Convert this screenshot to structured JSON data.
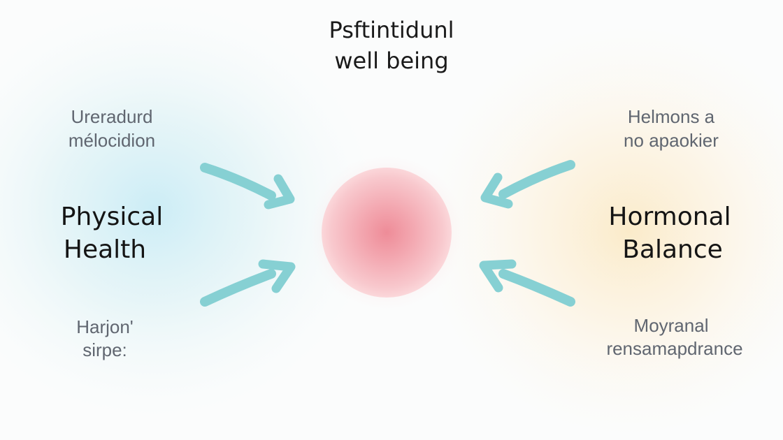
{
  "title": {
    "line1": "Psftintidunl",
    "line2": "well being"
  },
  "left": {
    "top_note": [
      "Ureradurd",
      "mélocidion"
    ],
    "label": [
      "Physical",
      "Health"
    ],
    "bottom_note": [
      "Harjon'",
      "sirpe:"
    ],
    "tint": "#d4eef3"
  },
  "right": {
    "top_note": [
      "Helmons a",
      "no apaokier"
    ],
    "label": [
      "Hormonal",
      "Balance"
    ],
    "bottom_note": [
      "Moyranal",
      "rensamapdrance"
    ],
    "tint": "#fbf0d9"
  },
  "colors": {
    "arrow": "#86d0d3",
    "center_core": "#ee8c98",
    "center_edge": "#f8c8cd"
  }
}
